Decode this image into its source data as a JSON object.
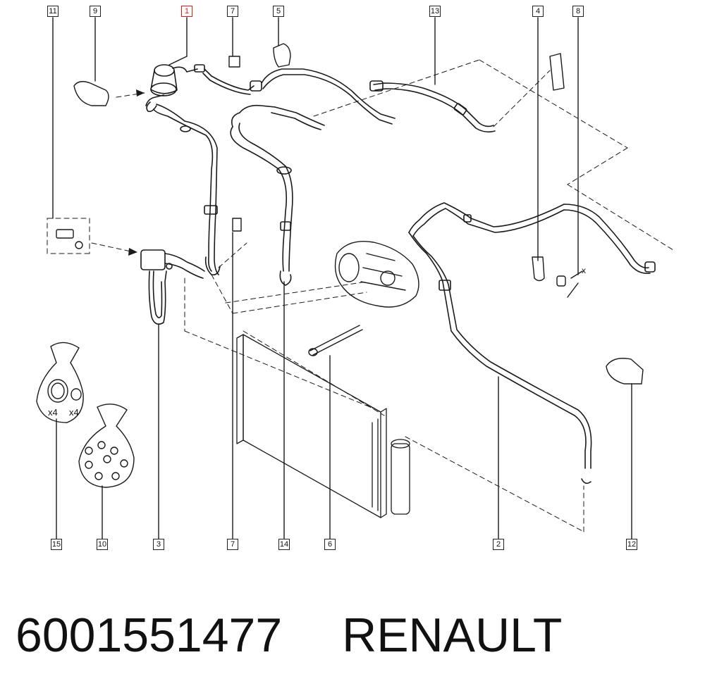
{
  "diagram": {
    "callouts": {
      "c11": "11",
      "c9": "9",
      "c1": "1",
      "c7top": "7",
      "c5": "5",
      "c13": "13",
      "c4": "4",
      "c8": "8",
      "c15": "15",
      "c10": "10",
      "c3": "3",
      "c7bot": "7",
      "c14": "14",
      "c6": "6",
      "c2": "2",
      "c12": "12"
    },
    "highlighted_callout": "1",
    "highlight_color": "#e0191b",
    "quantity_labels": {
      "kit15_left": "x4",
      "kit15_right": "x4"
    },
    "axis_marker": "x"
  },
  "caption": {
    "part_number": "6001551477",
    "brand": "RENAULT"
  }
}
